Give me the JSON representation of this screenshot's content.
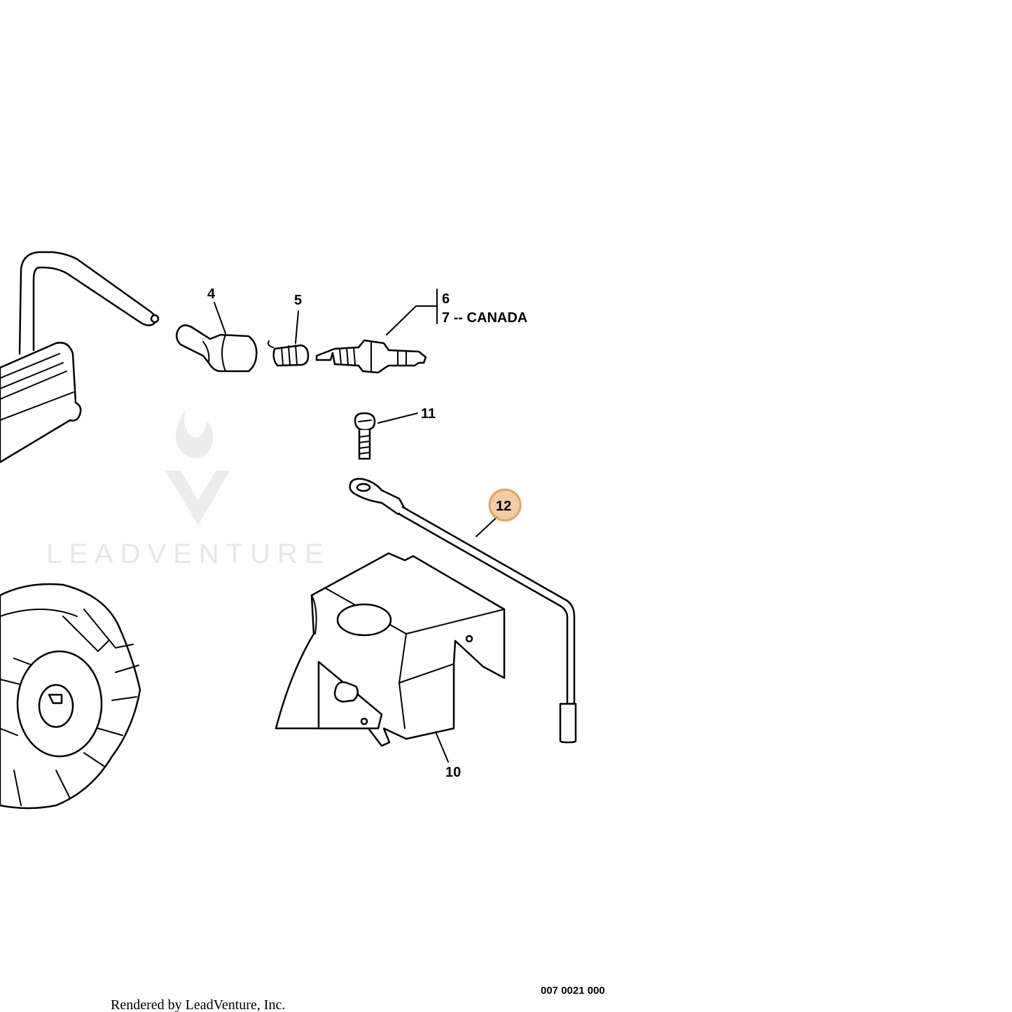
{
  "watermark": {
    "text": "LEADVENTURE"
  },
  "callouts": {
    "c4": "4",
    "c5": "5",
    "c6": "6",
    "c7": "7 -- CANADA",
    "c10": "10",
    "c11": "11",
    "c12": "12"
  },
  "highlight_color": "#e8a060",
  "footer": {
    "rendered_by": "Rendered by LeadVenture, Inc.",
    "diagram_code": "007 0021 000"
  }
}
